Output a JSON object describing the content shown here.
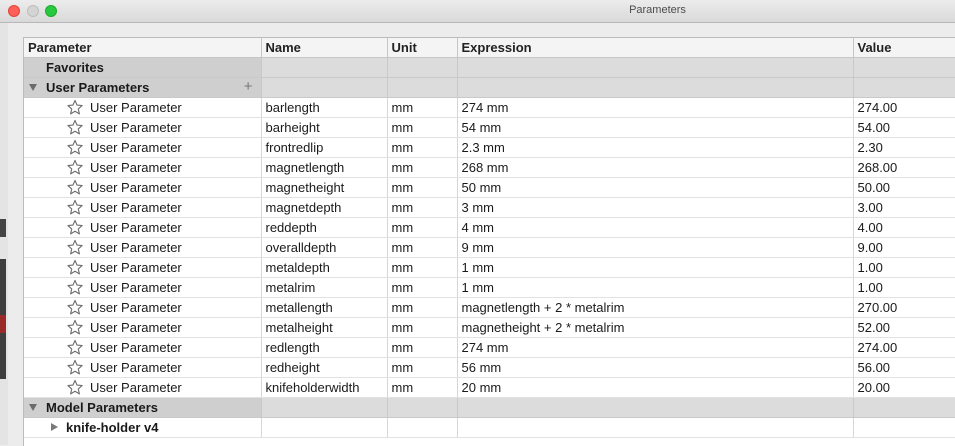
{
  "window": {
    "title": "Parameters"
  },
  "columns": {
    "parameter": "Parameter",
    "name": "Name",
    "unit": "Unit",
    "expression": "Expression",
    "value": "Value"
  },
  "groups": {
    "favorites": "Favorites",
    "user_parameters": "User Parameters",
    "add_symbol": "+",
    "model_parameters": "Model Parameters"
  },
  "rows": [
    {
      "type": "User Parameter",
      "name": "barlength",
      "unit": "mm",
      "expression": "274 mm",
      "value": "274.00"
    },
    {
      "type": "User Parameter",
      "name": "barheight",
      "unit": "mm",
      "expression": "54 mm",
      "value": "54.00"
    },
    {
      "type": "User Parameter",
      "name": "frontredlip",
      "unit": "mm",
      "expression": "2.3 mm",
      "value": "2.30"
    },
    {
      "type": "User Parameter",
      "name": "magnetlength",
      "unit": "mm",
      "expression": "268 mm",
      "value": "268.00"
    },
    {
      "type": "User Parameter",
      "name": "magnetheight",
      "unit": "mm",
      "expression": "50 mm",
      "value": "50.00"
    },
    {
      "type": "User Parameter",
      "name": "magnetdepth",
      "unit": "mm",
      "expression": "3 mm",
      "value": "3.00"
    },
    {
      "type": "User Parameter",
      "name": "reddepth",
      "unit": "mm",
      "expression": "4 mm",
      "value": "4.00"
    },
    {
      "type": "User Parameter",
      "name": "overalldepth",
      "unit": "mm",
      "expression": "9 mm",
      "value": "9.00"
    },
    {
      "type": "User Parameter",
      "name": "metaldepth",
      "unit": "mm",
      "expression": "1 mm",
      "value": "1.00"
    },
    {
      "type": "User Parameter",
      "name": "metalrim",
      "unit": "mm",
      "expression": "1 mm",
      "value": "1.00"
    },
    {
      "type": "User Parameter",
      "name": "metallength",
      "unit": "mm",
      "expression": "magnetlength + 2 * metalrim",
      "value": "270.00"
    },
    {
      "type": "User Parameter",
      "name": "metalheight",
      "unit": "mm",
      "expression": "magnetheight + 2 * metalrim",
      "value": "52.00"
    },
    {
      "type": "User Parameter",
      "name": "redlength",
      "unit": "mm",
      "expression": "274 mm",
      "value": "274.00"
    },
    {
      "type": "User Parameter",
      "name": "redheight",
      "unit": "mm",
      "expression": "56 mm",
      "value": "56.00"
    },
    {
      "type": "User Parameter",
      "name": "knifeholderwidth",
      "unit": "mm",
      "expression": "20 mm",
      "value": "20.00"
    }
  ],
  "model_items": [
    {
      "label": "knife-holder v4"
    }
  ],
  "icons": {
    "star": "star-outline-icon",
    "expand": "triangle-down-icon",
    "collapse": "triangle-right-icon"
  }
}
